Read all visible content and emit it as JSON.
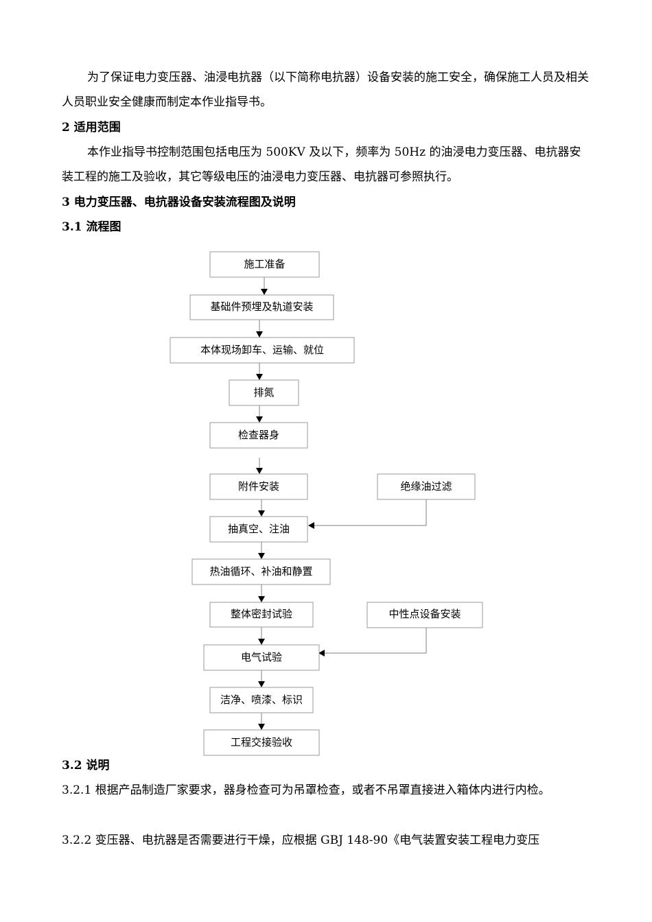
{
  "doc": {
    "intro": "为了保证电力变压器、油浸电抗器（以下简称电抗器）设备安装的施工安全，确保施工人员及相关人员职业安全健康而制定本作业指导书。",
    "s2_heading": "2 适用范围",
    "s2_body": "本作业指导书控制范围包括电压为 500KV 及以下，频率为 50Hz 的油浸电力变压器、电抗器安装工程的施工及验收，其它等级电压的油浸电力变压器、电抗器可参照执行。",
    "s3_heading": "3 电力变压器、电抗器设备安装流程图及说明",
    "s31_heading": "3.1 流程图",
    "s32_heading": "3.2  说明",
    "s321": "3.2.1  根据产品制造厂家要求，器身检查可为吊罩检查，或者不吊罩直接进入箱体内进行内检。",
    "s322": "3.2.2  变压器、电抗器是否需要进行干燥，应根据 GBJ 148-90《电气装置安装工程电力变压"
  },
  "flow": {
    "steps": [
      "施工准备",
      "基础件预埋及轨道安装",
      "本体现场卸车、运输、就位",
      "排氮",
      "检查器身",
      "附件安装",
      "抽真空、注油",
      "热油循环、补油和静置",
      "整体密封试验",
      "电气试验",
      "洁净、喷漆、标识",
      "工程交接验收"
    ],
    "side": [
      "绝缘油过滤",
      "中性点设备安装"
    ]
  }
}
